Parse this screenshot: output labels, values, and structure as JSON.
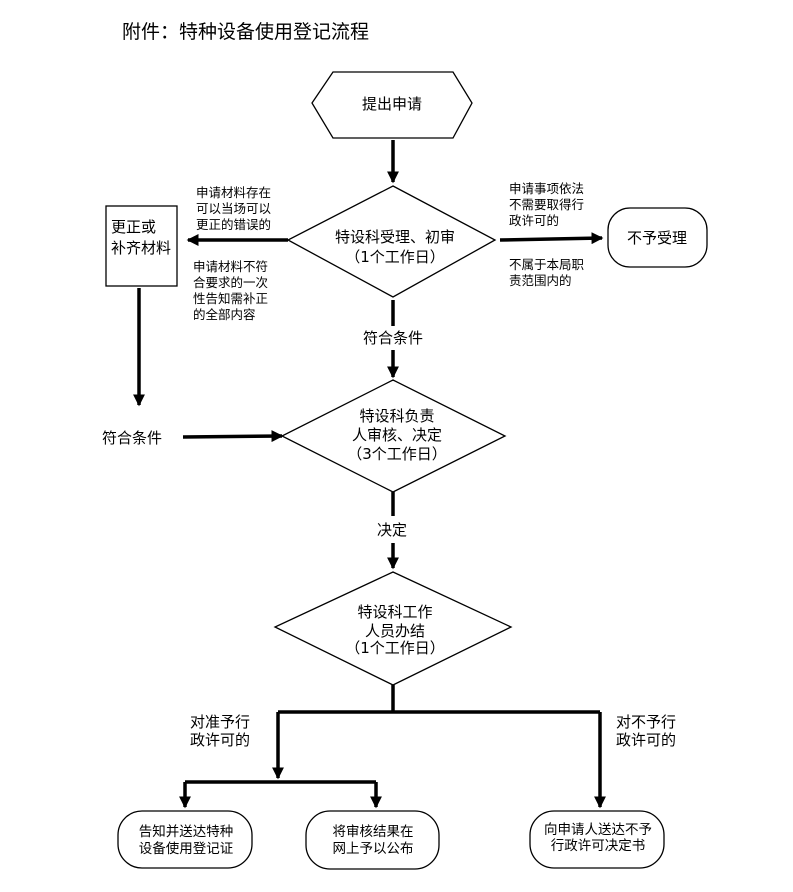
{
  "title": "附件：特种设备使用登记流程",
  "nodes": {
    "start": "提出申请",
    "initial_review": [
      "特设科受理、初审",
      "（1个工作日）"
    ],
    "correct_materials": [
      "更正或",
      "补齐材料"
    ],
    "reject": "不予受理",
    "review_decide": [
      "特设科负责",
      "人审核、决定",
      "（3个工作日）"
    ],
    "process": [
      "特设科工作",
      "人员办结",
      "（1个工作日）"
    ],
    "issue_certificate": [
      "告知并送达特种",
      "设备使用登记证"
    ],
    "publish_result": [
      "将审核结果在",
      "网上予以公布"
    ],
    "deny_notice": [
      "向申请人送达不予",
      "行政许可决定书"
    ]
  },
  "edge_labels": {
    "left_upper": [
      "申请材料存在",
      "可以当场可以",
      "更正的错误的"
    ],
    "left_lower": [
      "申请材料不符",
      "合要求的一次",
      "性告知需补正",
      "的全部内容"
    ],
    "right_upper": [
      "申请事项依法",
      "不需要取得行",
      "政许可的"
    ],
    "right_lower": [
      "不属于本局职",
      "责范围内的"
    ],
    "meets_1": "符合条件",
    "meets_2": "符合条件",
    "decide": "决定",
    "grant": [
      "对准予行",
      "政许可的"
    ],
    "deny": [
      "对不予行",
      "政许可的"
    ]
  }
}
